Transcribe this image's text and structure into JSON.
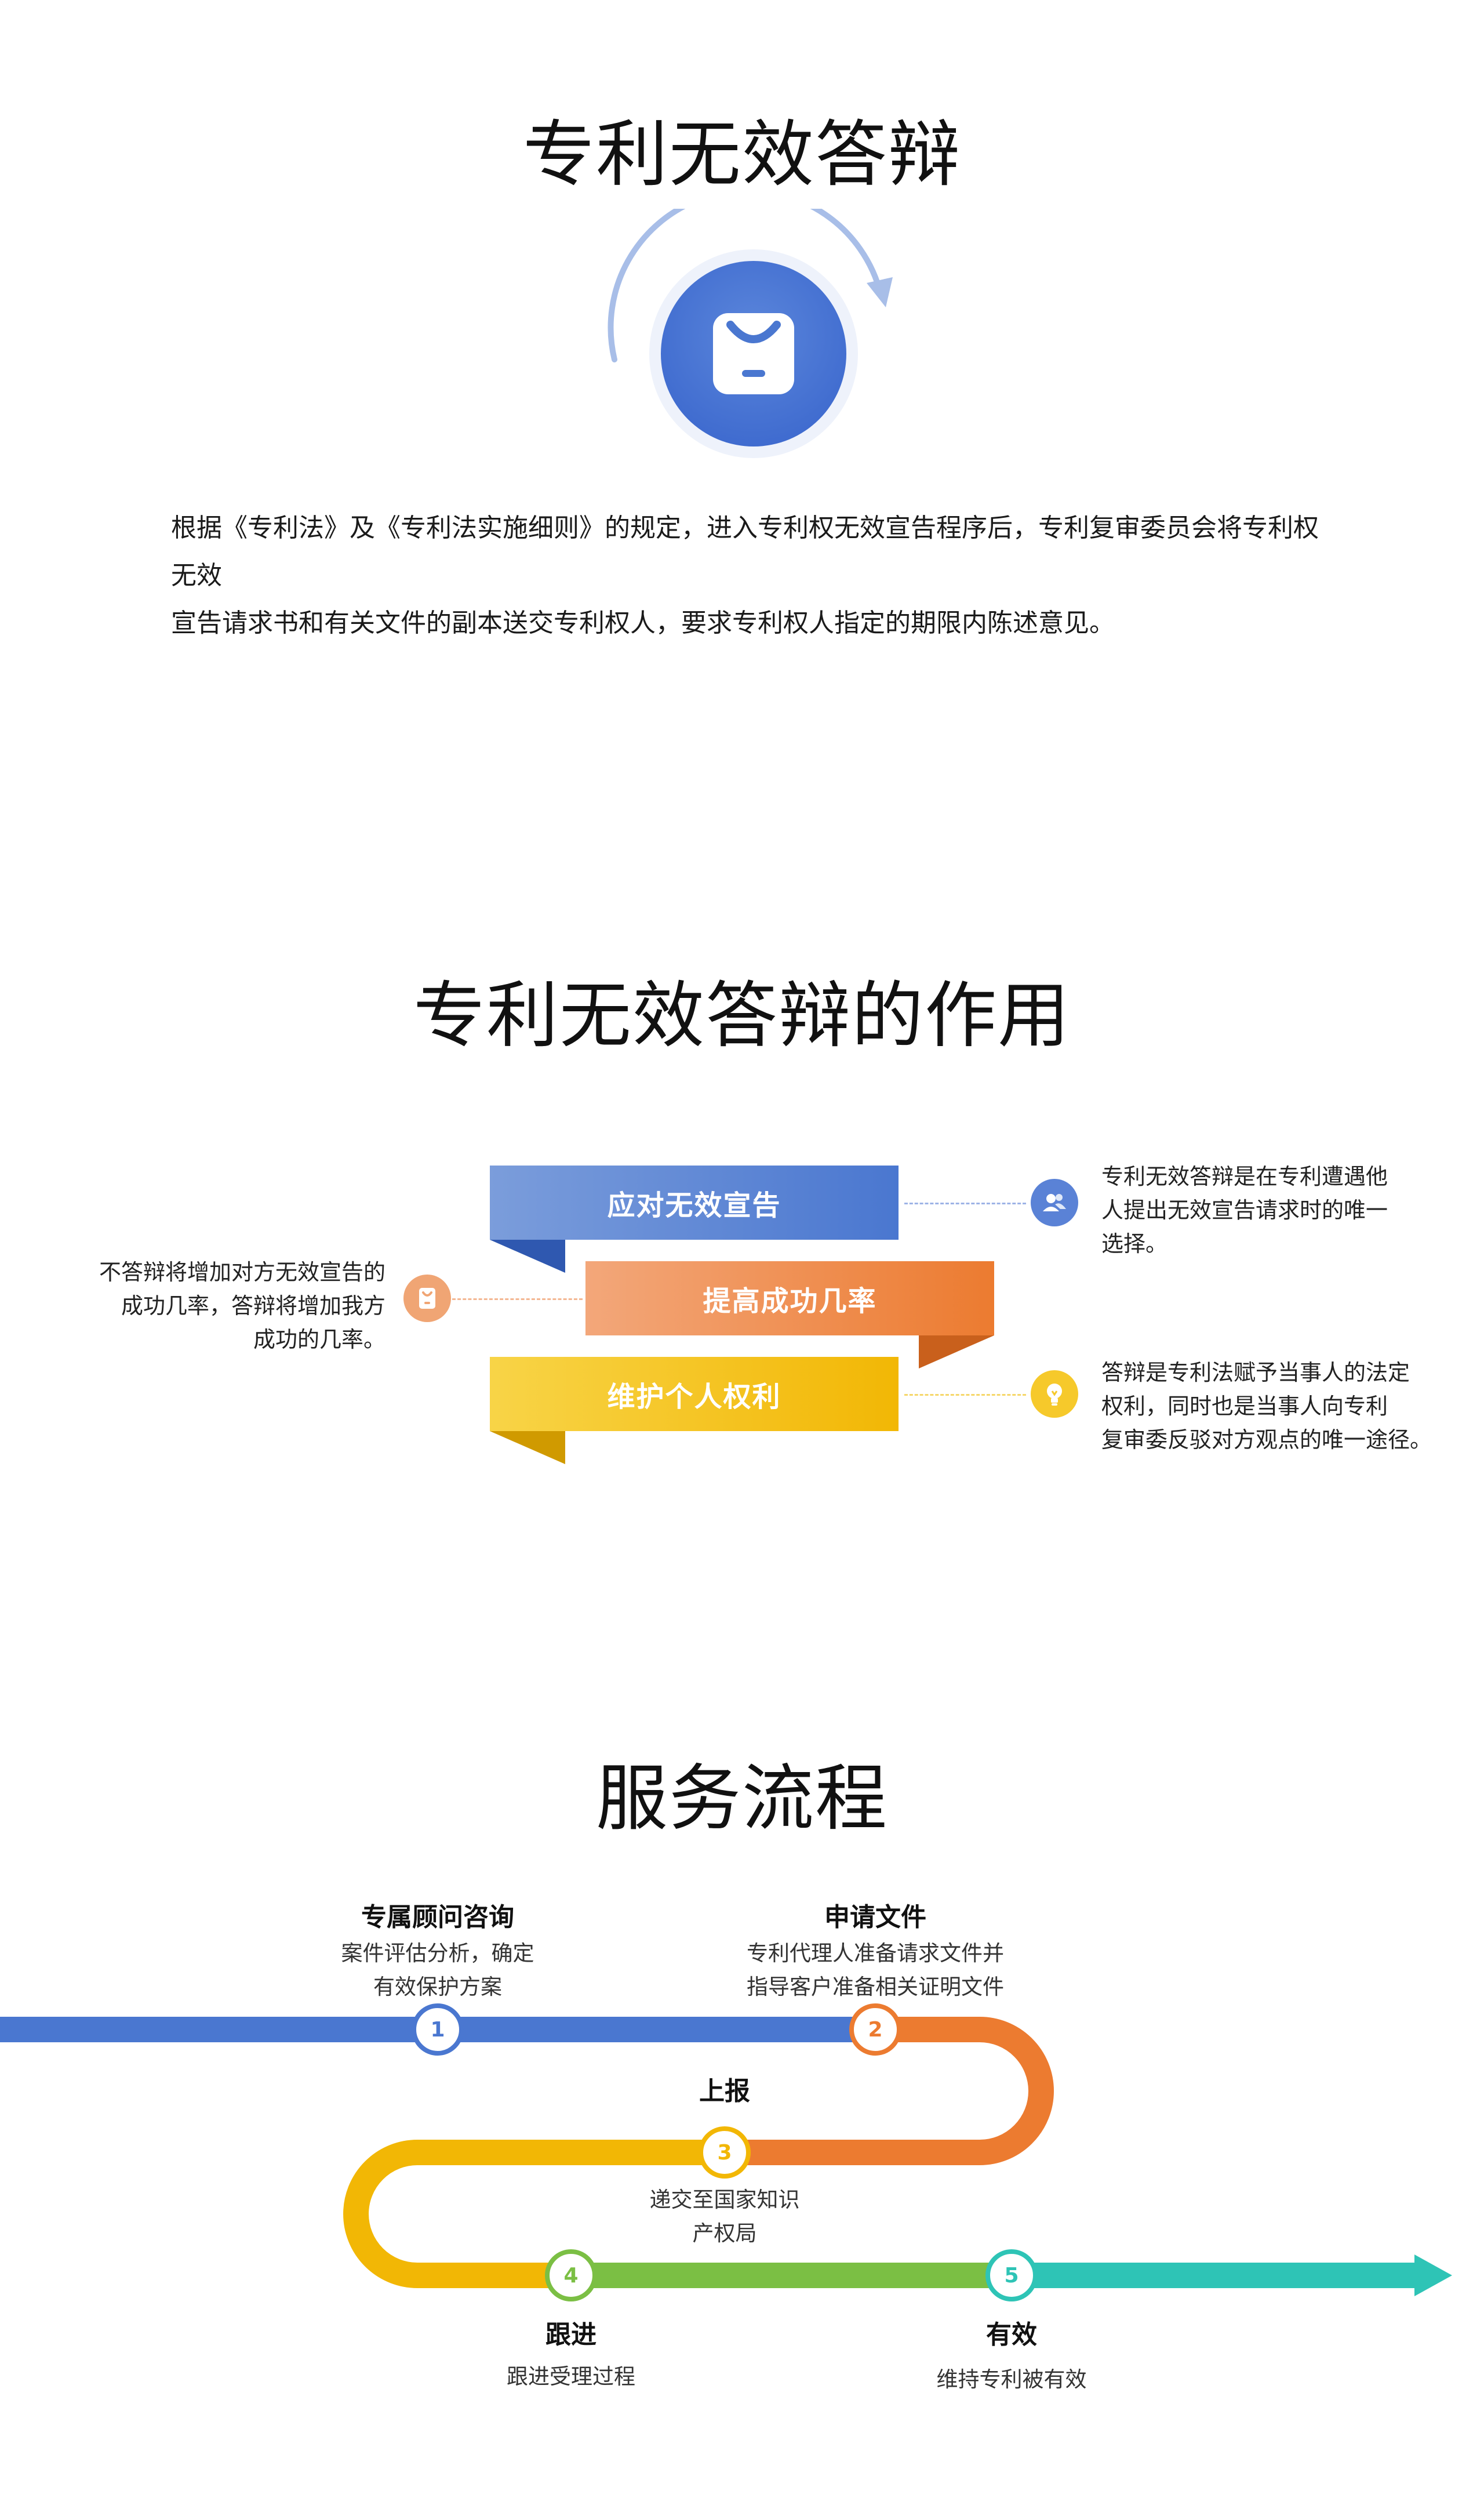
{
  "section1": {
    "title": "专利无效答辩",
    "icon": "shopping-bag-icon",
    "intro_line1": "根据《专利法》及《专利法实施细则》的规定，进入专利权无效宣告程序后，专利复审委员会将专利权无效",
    "intro_line2": "宣告请求书和有关文件的副本送交专利权人，要求专利权人指定的期限内陈述意见。"
  },
  "section2": {
    "title": "专利无效答辩的作用",
    "ribbons": [
      {
        "label": "应对无效宣告",
        "color": "#4a77d0"
      },
      {
        "label": "提高成功几率",
        "color": "#ec7b30"
      },
      {
        "label": "维护个人权利",
        "color": "#f2b705"
      }
    ],
    "notes": [
      {
        "lines": [
          "专利无效答辩是在专利遭遇他",
          "人提出无效宣告请求时的唯一",
          "选择。"
        ],
        "icon": "users-icon"
      },
      {
        "lines": [
          "不答辩将增加对方无效宣告的",
          "成功几率，答辩将增加我方",
          "成功的几率。"
        ],
        "icon": "document-icon"
      },
      {
        "lines": [
          "答辩是专利法赋予当事人的法定",
          "权利，同时也是当事人向专利",
          "复审委反驳对方观点的唯一途径。"
        ],
        "icon": "lightbulb-icon"
      }
    ]
  },
  "section3": {
    "title": "服务流程",
    "steps": [
      {
        "num": "1",
        "title": "专属顾问咨询",
        "desc": [
          "案件评估分析，确定",
          "有效保护方案"
        ],
        "color": "#4a77d0"
      },
      {
        "num": "2",
        "title": "申请文件",
        "desc": [
          "专利代理人准备请求文件并",
          "指导客户准备相关证明文件"
        ],
        "color": "#ec7b30"
      },
      {
        "num": "3",
        "title": "上报",
        "desc": [
          "递交至国家知识",
          "产权局"
        ],
        "color": "#f2b705"
      },
      {
        "num": "4",
        "title": "跟进",
        "desc": [
          "跟进受理过程"
        ],
        "color": "#7bbf44"
      },
      {
        "num": "5",
        "title": "有效",
        "desc": [
          "维持专利被有效"
        ],
        "color": "#2ec4b6"
      }
    ]
  }
}
